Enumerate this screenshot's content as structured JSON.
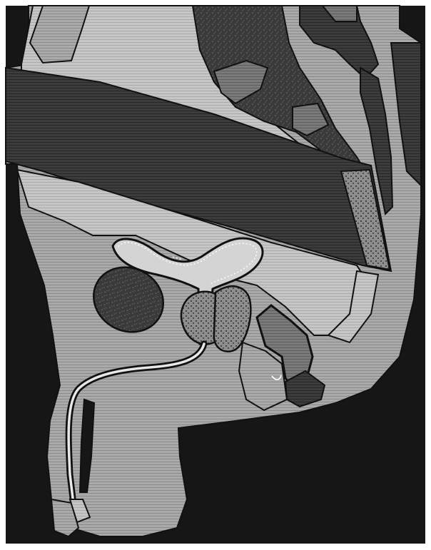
{
  "figure": {
    "kind": "sagittal-section-illustration",
    "style": "grayscale-line-hatched",
    "has_text_labels": false
  },
  "colors": {
    "frame": "#ffffff",
    "background": "#161616",
    "light_tissue": "#aaaaaa",
    "pale_tissue": "#c4c4c4",
    "mid_tissue": "#7a7a7a",
    "dark_tissue": "#3a3a3a",
    "darker_tissue": "#2a2a2a",
    "outline": "#111111",
    "stipple": "#d8d8d8",
    "hatch_dark": "#000000",
    "hatch_light": "#ffffff"
  },
  "structures": [
    {
      "name": "spinal-column"
    },
    {
      "name": "sacrum-coccyx"
    },
    {
      "name": "abdominal-wall"
    },
    {
      "name": "pelvic-girdle"
    },
    {
      "name": "bladder"
    },
    {
      "name": "pubic-bone"
    },
    {
      "name": "prostate"
    },
    {
      "name": "rectum"
    },
    {
      "name": "urethra"
    },
    {
      "name": "scrotum-testis"
    },
    {
      "name": "perineum"
    }
  ]
}
